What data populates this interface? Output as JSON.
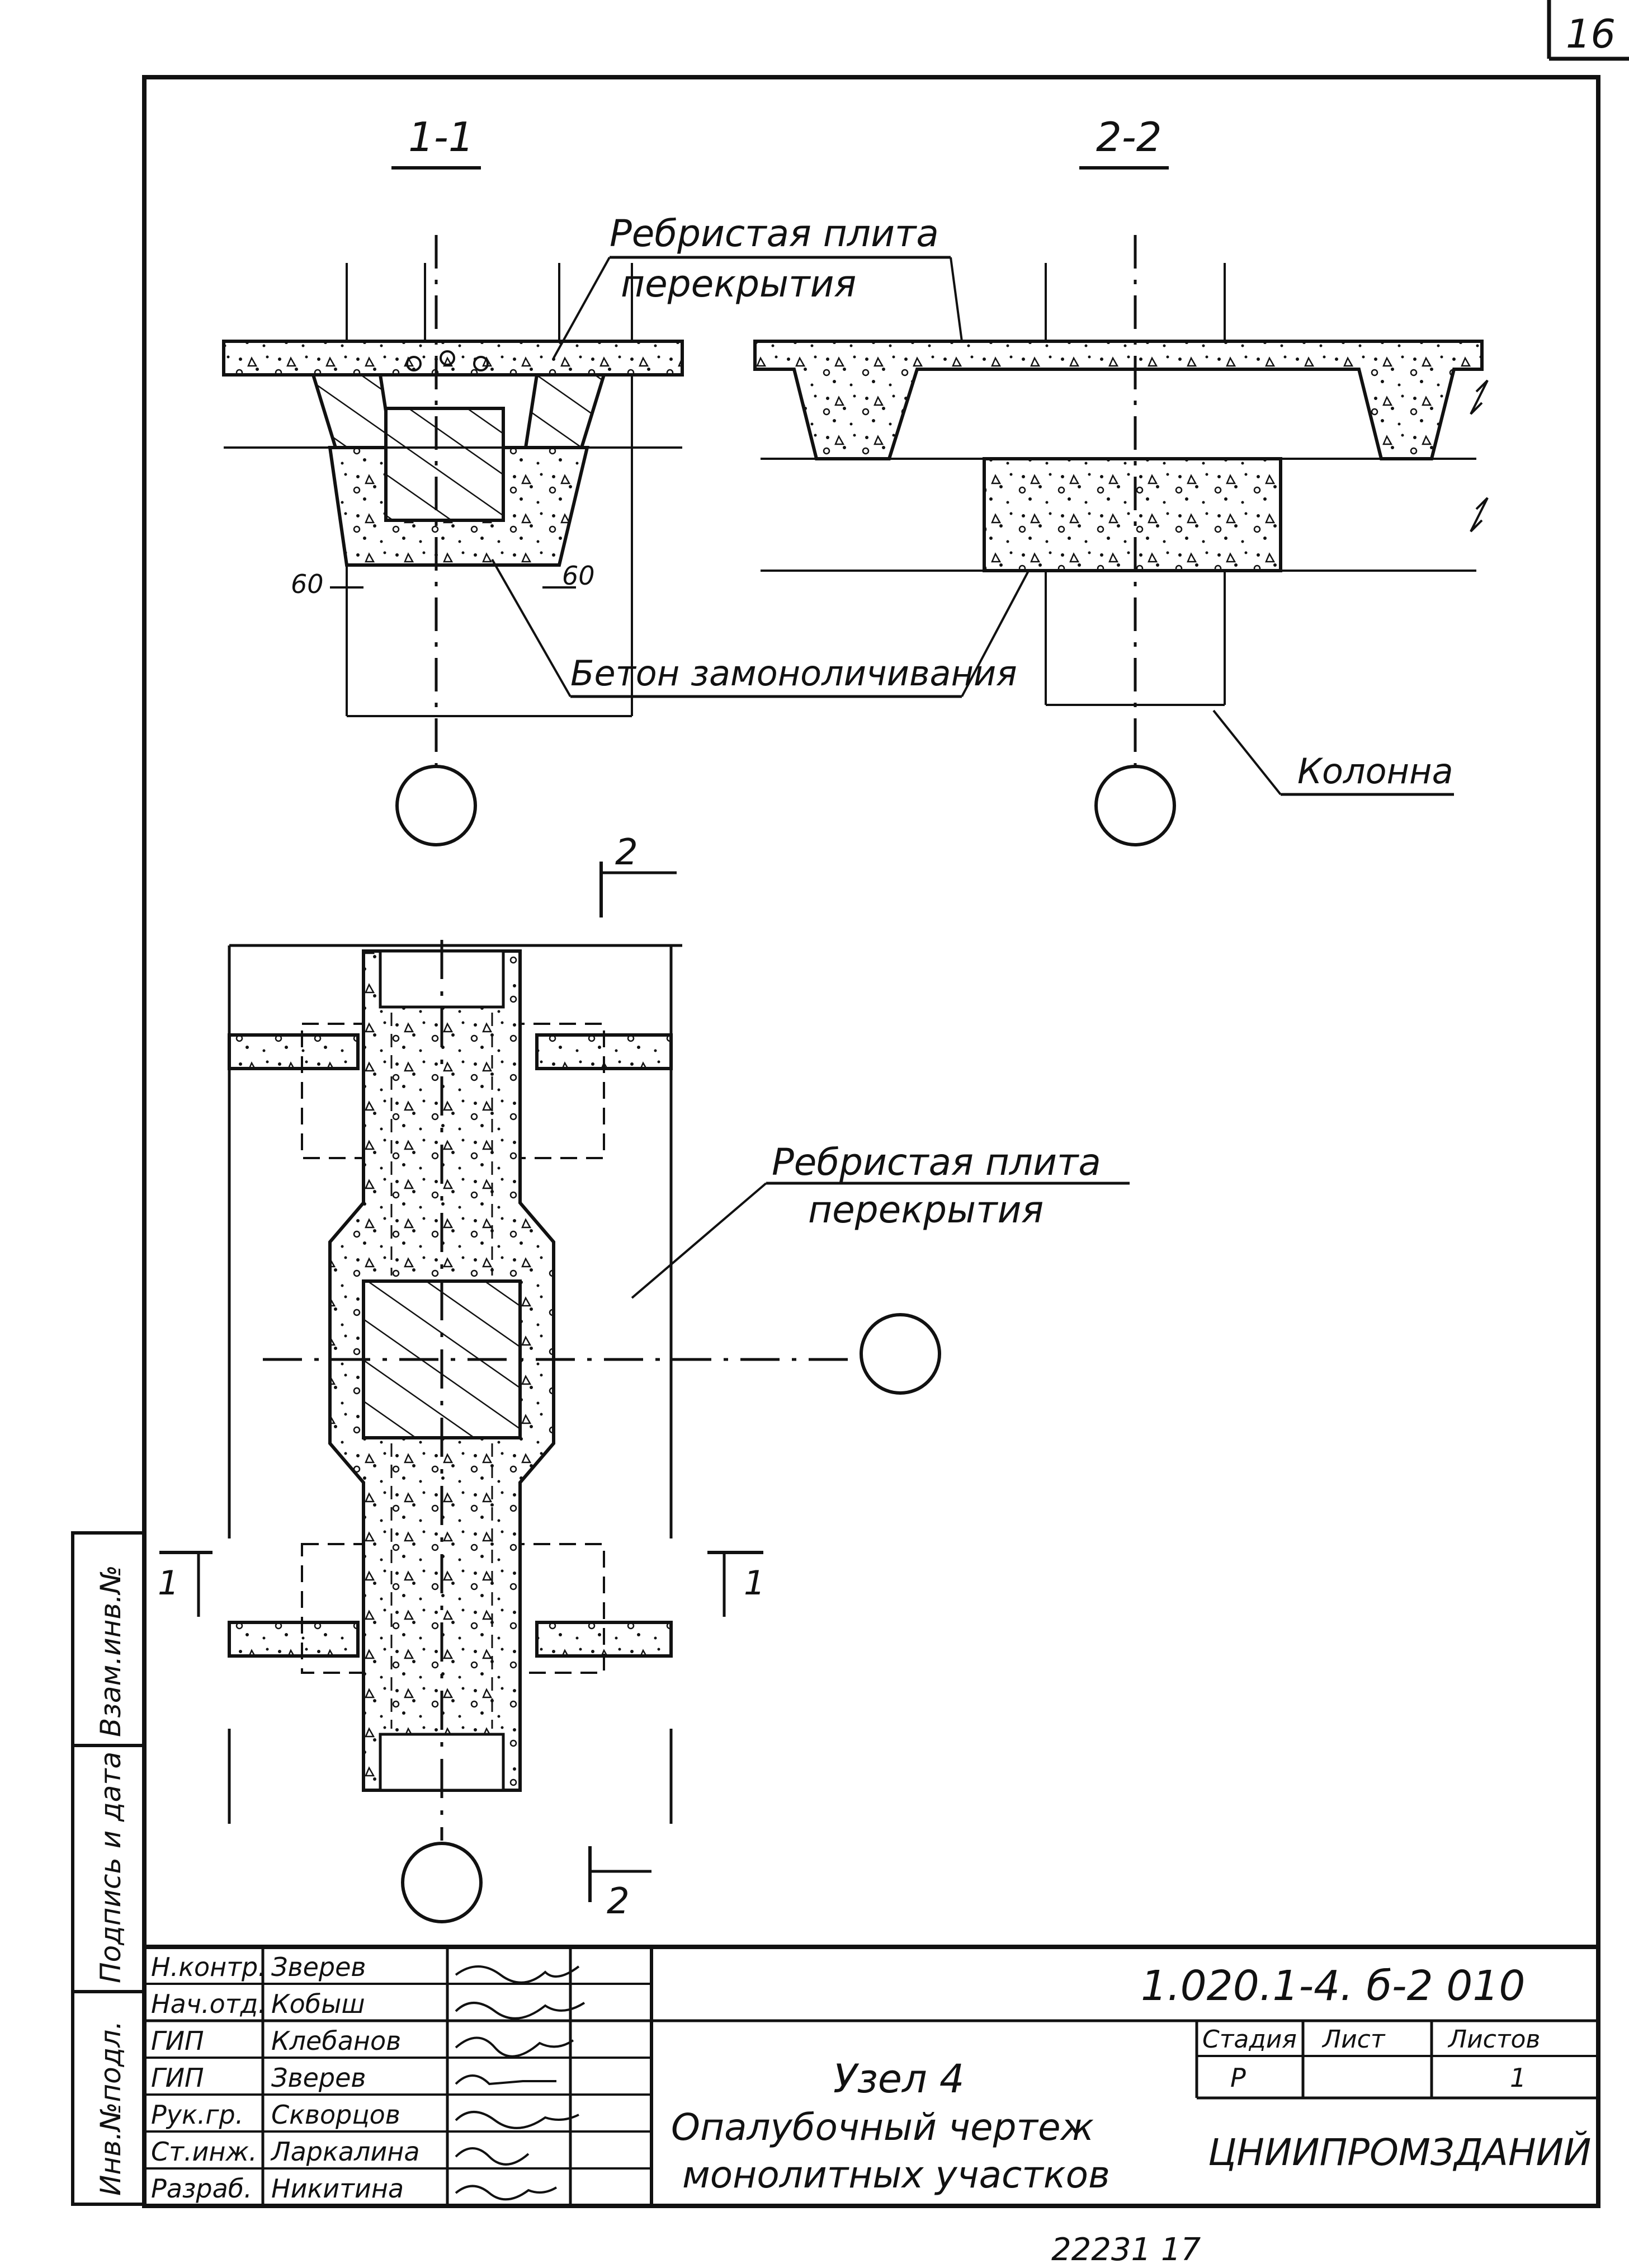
{
  "sheet_number": "16",
  "sections": {
    "section_1": "1-1",
    "section_2": "2-2"
  },
  "labels": {
    "slab_line1": "Ребристая плита",
    "slab_line2": "перекрытия",
    "monolith_concrete": "Бетон замоноличивания",
    "column": "Колонна",
    "dim_left": "60",
    "dim_right": "60",
    "plan_slab_line1": "Ребристая плита",
    "plan_slab_line2": "перекрытия",
    "cut_2_top": "2",
    "cut_2_bottom": "2",
    "cut_1_left": "1",
    "cut_1_right": "1"
  },
  "side_stamp": {
    "cells": [
      "Взам.инв.№",
      "Подпись и дата",
      "Инв.№подл."
    ]
  },
  "title_block": {
    "staff": [
      {
        "role": "Н.контр.",
        "name": "Зверев"
      },
      {
        "role": "Нач.отд.",
        "name": "Кобыш"
      },
      {
        "role": "ГИП",
        "name": "Клебанов"
      },
      {
        "role": "ГИП",
        "name": "Зверев"
      },
      {
        "role": "Рук.гр.",
        "name": "Скворцов"
      },
      {
        "role": "Ст.инж.",
        "name": "Ларкалина"
      },
      {
        "role": "Разраб.",
        "name": "Никитина"
      }
    ],
    "designation": "1.020.1-4. б-2 010",
    "title_line1": "Узел 4",
    "title_line2": "Опалубочный чертеж",
    "title_line3": "монолитных участков",
    "stage_header": "Стадия",
    "sheet_header": "Лист",
    "sheets_header": "Листов",
    "stage": "Р",
    "sheet": "",
    "sheets": "1",
    "organization": "ЦНИИПРОМЗДАНИЙ"
  },
  "footer_number": "22231 17"
}
